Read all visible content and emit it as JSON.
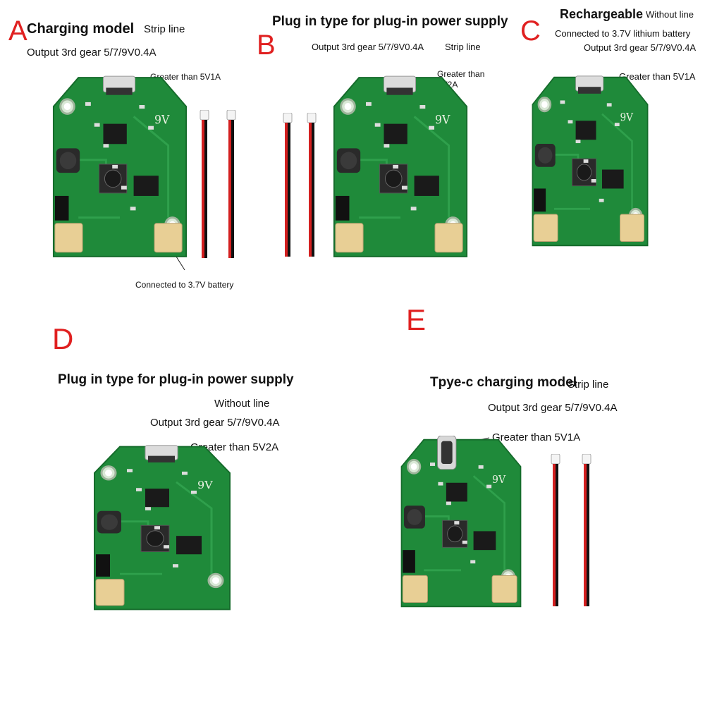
{
  "colors": {
    "label_letter": "#e02020",
    "pcb": "#1f8a3a",
    "pcb_dark": "#156b2b",
    "connector": "#e8cf95",
    "wire_red": "#d42020",
    "wire_black": "#111111"
  },
  "panels": {
    "A": {
      "letter": "A",
      "title": "Charging model",
      "subtitle": "Strip line",
      "output": "Output 3rd gear 5/7/9V0.4A",
      "port_note": "Greater than 5V1A",
      "battery_note": "Connected to 3.7V battery",
      "silkscreen": "9V"
    },
    "B": {
      "letter": "B",
      "title": "Plug in type for plug-in power supply",
      "output": "Output 3rd gear 5/7/9V0.4A",
      "subtitle": "Strip line",
      "port_note_line1": "Greater than",
      "port_note_line2": "5V2A",
      "silkscreen": "9V"
    },
    "C": {
      "letter": "C",
      "title": "Rechargeable",
      "subtitle": "Without line",
      "battery_note": "Connected to 3.7V lithium battery",
      "output": "Output 3rd gear 5/7/9V0.4A",
      "port_note": "Greater than 5V1A",
      "silkscreen": "9V"
    },
    "D": {
      "letter": "D",
      "title": "Plug in type for plug-in power supply",
      "subtitle": "Without line",
      "output": "Output 3rd gear 5/7/9V0.4A",
      "port_note": "Greater than 5V2A",
      "silkscreen": "9V"
    },
    "E": {
      "letter": "E",
      "title": "Tpye-c charging model",
      "subtitle": "Strip line",
      "output": "Output 3rd gear 5/7/9V0.4A",
      "port_note": "Greater than 5V1A",
      "silkscreen": "9V"
    }
  }
}
